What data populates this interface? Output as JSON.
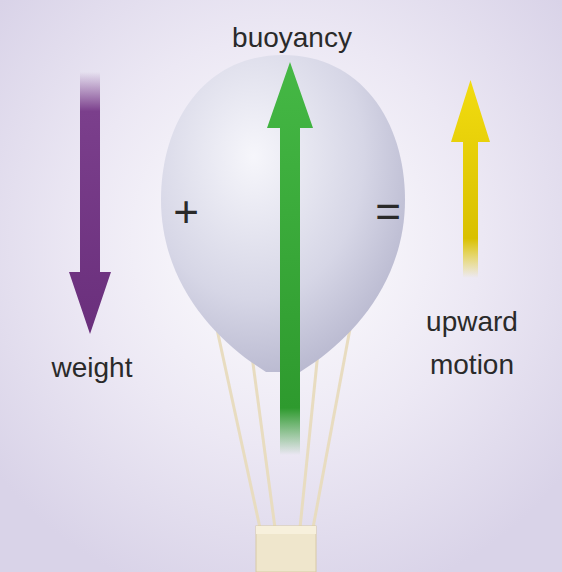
{
  "diagram": {
    "labels": [
      "weight",
      "buoyancy",
      "+",
      "=",
      "upward motion"
    ]
  }
}
